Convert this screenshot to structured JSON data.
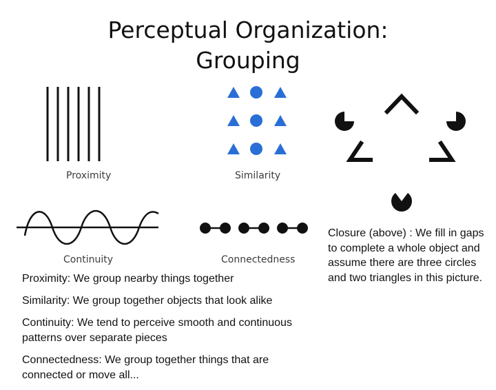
{
  "slide": {
    "title_line1": "Perceptual Organization:",
    "title_line2": "Grouping"
  },
  "figures": {
    "proximity_caption": "Proximity",
    "similarity_caption": "Similarity",
    "continuity_caption": "Continuity",
    "connectedness_caption": "Connectedness",
    "similarity_color": "#2a6fd6"
  },
  "bullets": [
    "Proximity: We group nearby things together",
    "Similarity: We group together objects that look alike",
    "Continuity: We tend to perceive smooth and continuous patterns over separate pieces",
    "Connectedness: We group together things that are connected or move all..."
  ],
  "closure_text": "Closure (above) : We fill in gaps to complete a whole object and assume there are three circles and two triangles in this picture."
}
